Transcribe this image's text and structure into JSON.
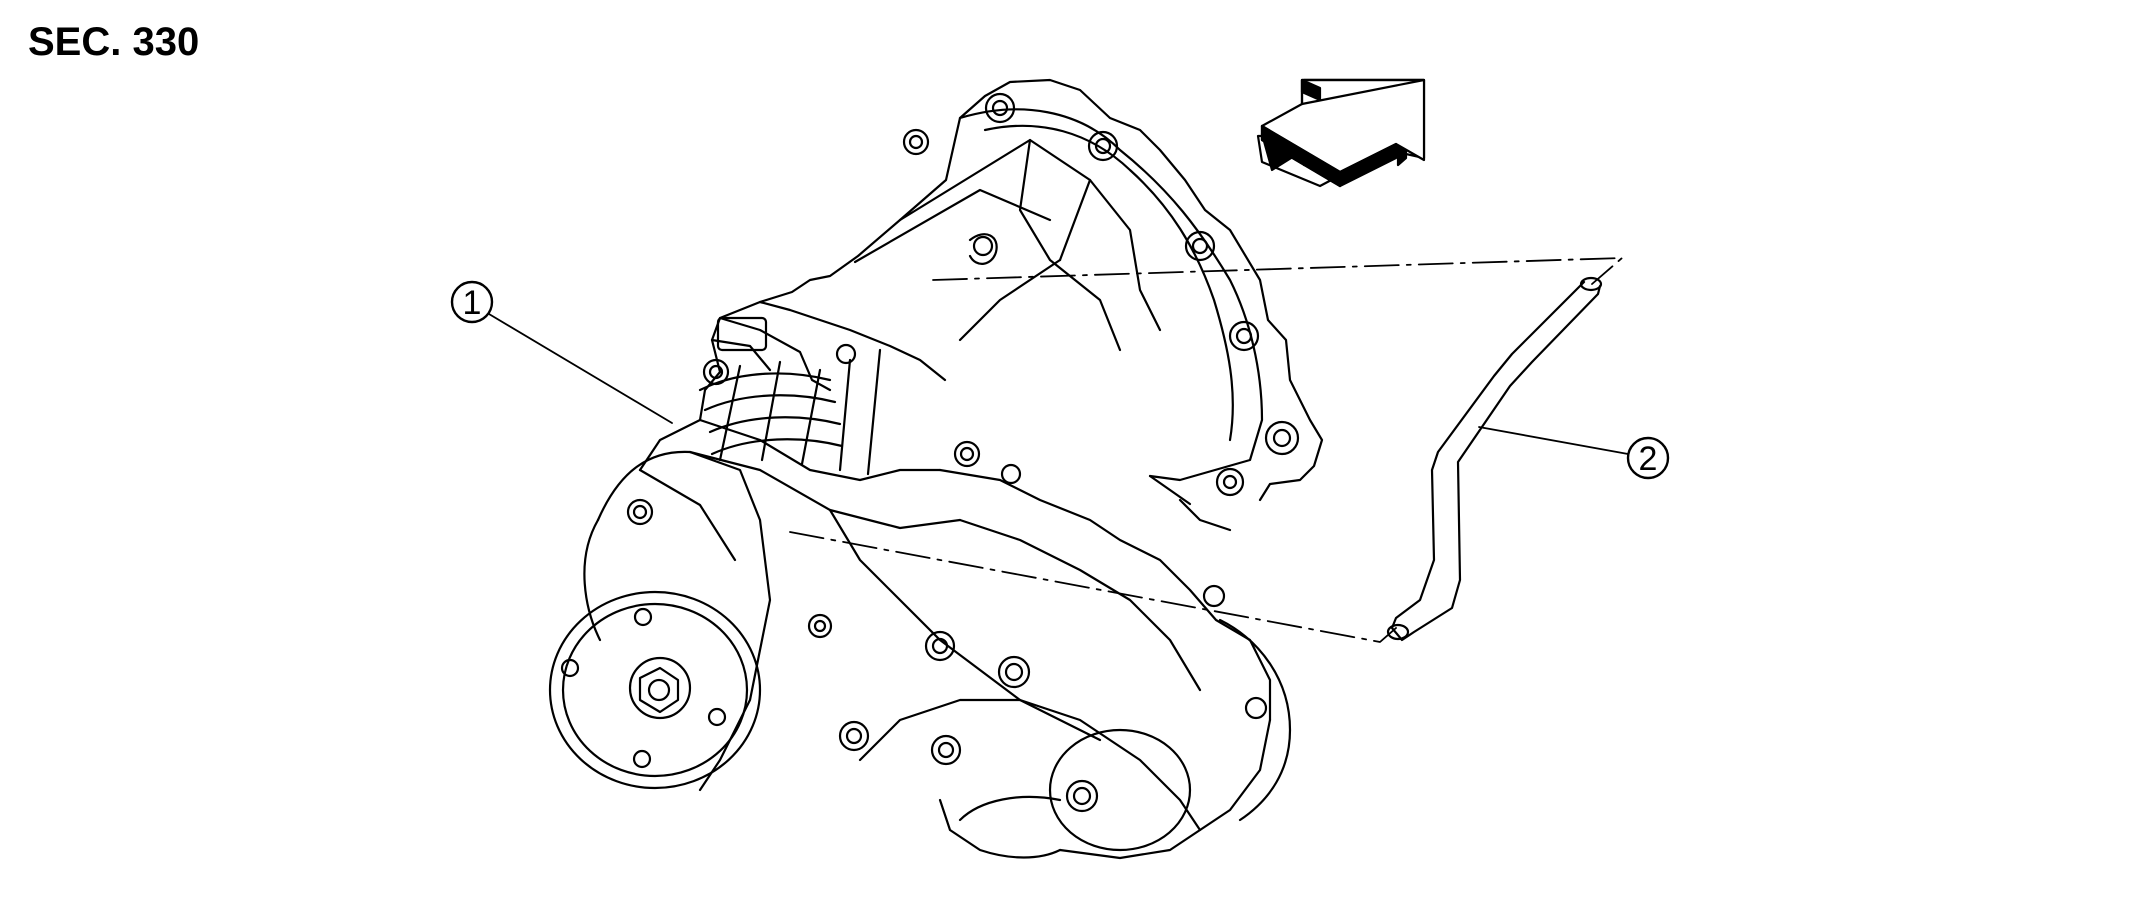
{
  "section_code": "SEC. 330",
  "callouts": [
    {
      "number": "1"
    },
    {
      "number": "2"
    }
  ],
  "icons": {
    "front_arrow": "front-arrow-icon"
  },
  "colors": {
    "ink": "#000000",
    "background": "#ffffff"
  }
}
